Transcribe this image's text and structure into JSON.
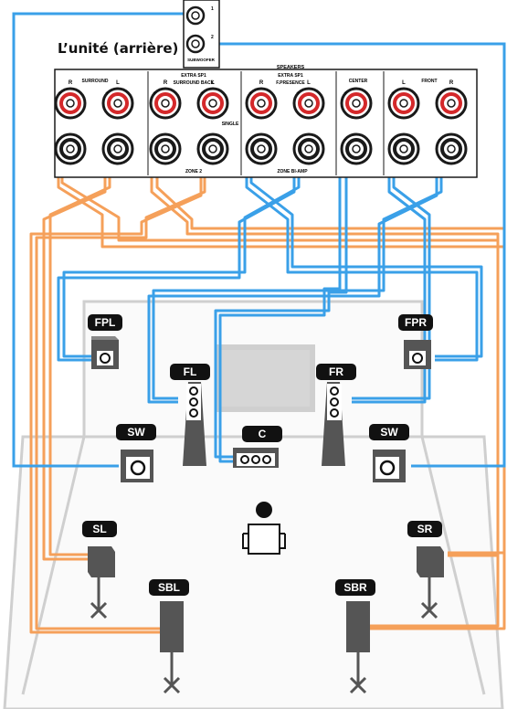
{
  "title": "L’unité (arrière)",
  "subwoofer_label": "SUBWOOFER",
  "sub_jacks": [
    "1",
    "2"
  ],
  "speakers_header": "SPEAKERS",
  "sections": {
    "surround": "SURROUND",
    "extra_sp1_a": "EXTRA SP1",
    "surround_back": "SURROUND BACK",
    "extra_sp1_b": "EXTRA SP1",
    "fpresence": "F.PRESENCE",
    "center": "CENTER",
    "front": "FRONT"
  },
  "sub_labels": {
    "single": "SINGLE",
    "zone2": "ZONE 2",
    "zone_biamp": "ZONE BI-AMP"
  },
  "channel_marks": {
    "right": "R",
    "left": "L",
    "plus": "+",
    "minus": "–"
  },
  "speakers": {
    "fpl": "FPL",
    "fpr": "FPR",
    "fl": "FL",
    "fr": "FR",
    "c": "C",
    "sw_left": "SW",
    "sw_right": "SW",
    "sl": "SL",
    "sr": "SR",
    "sbl": "SBL",
    "sbr": "SBR"
  },
  "colors": {
    "orange": "#f5a05a",
    "blue": "#3aa0e8",
    "black": "#1a1a1a",
    "red": "#d4282a",
    "room": "#cfcfcf"
  }
}
